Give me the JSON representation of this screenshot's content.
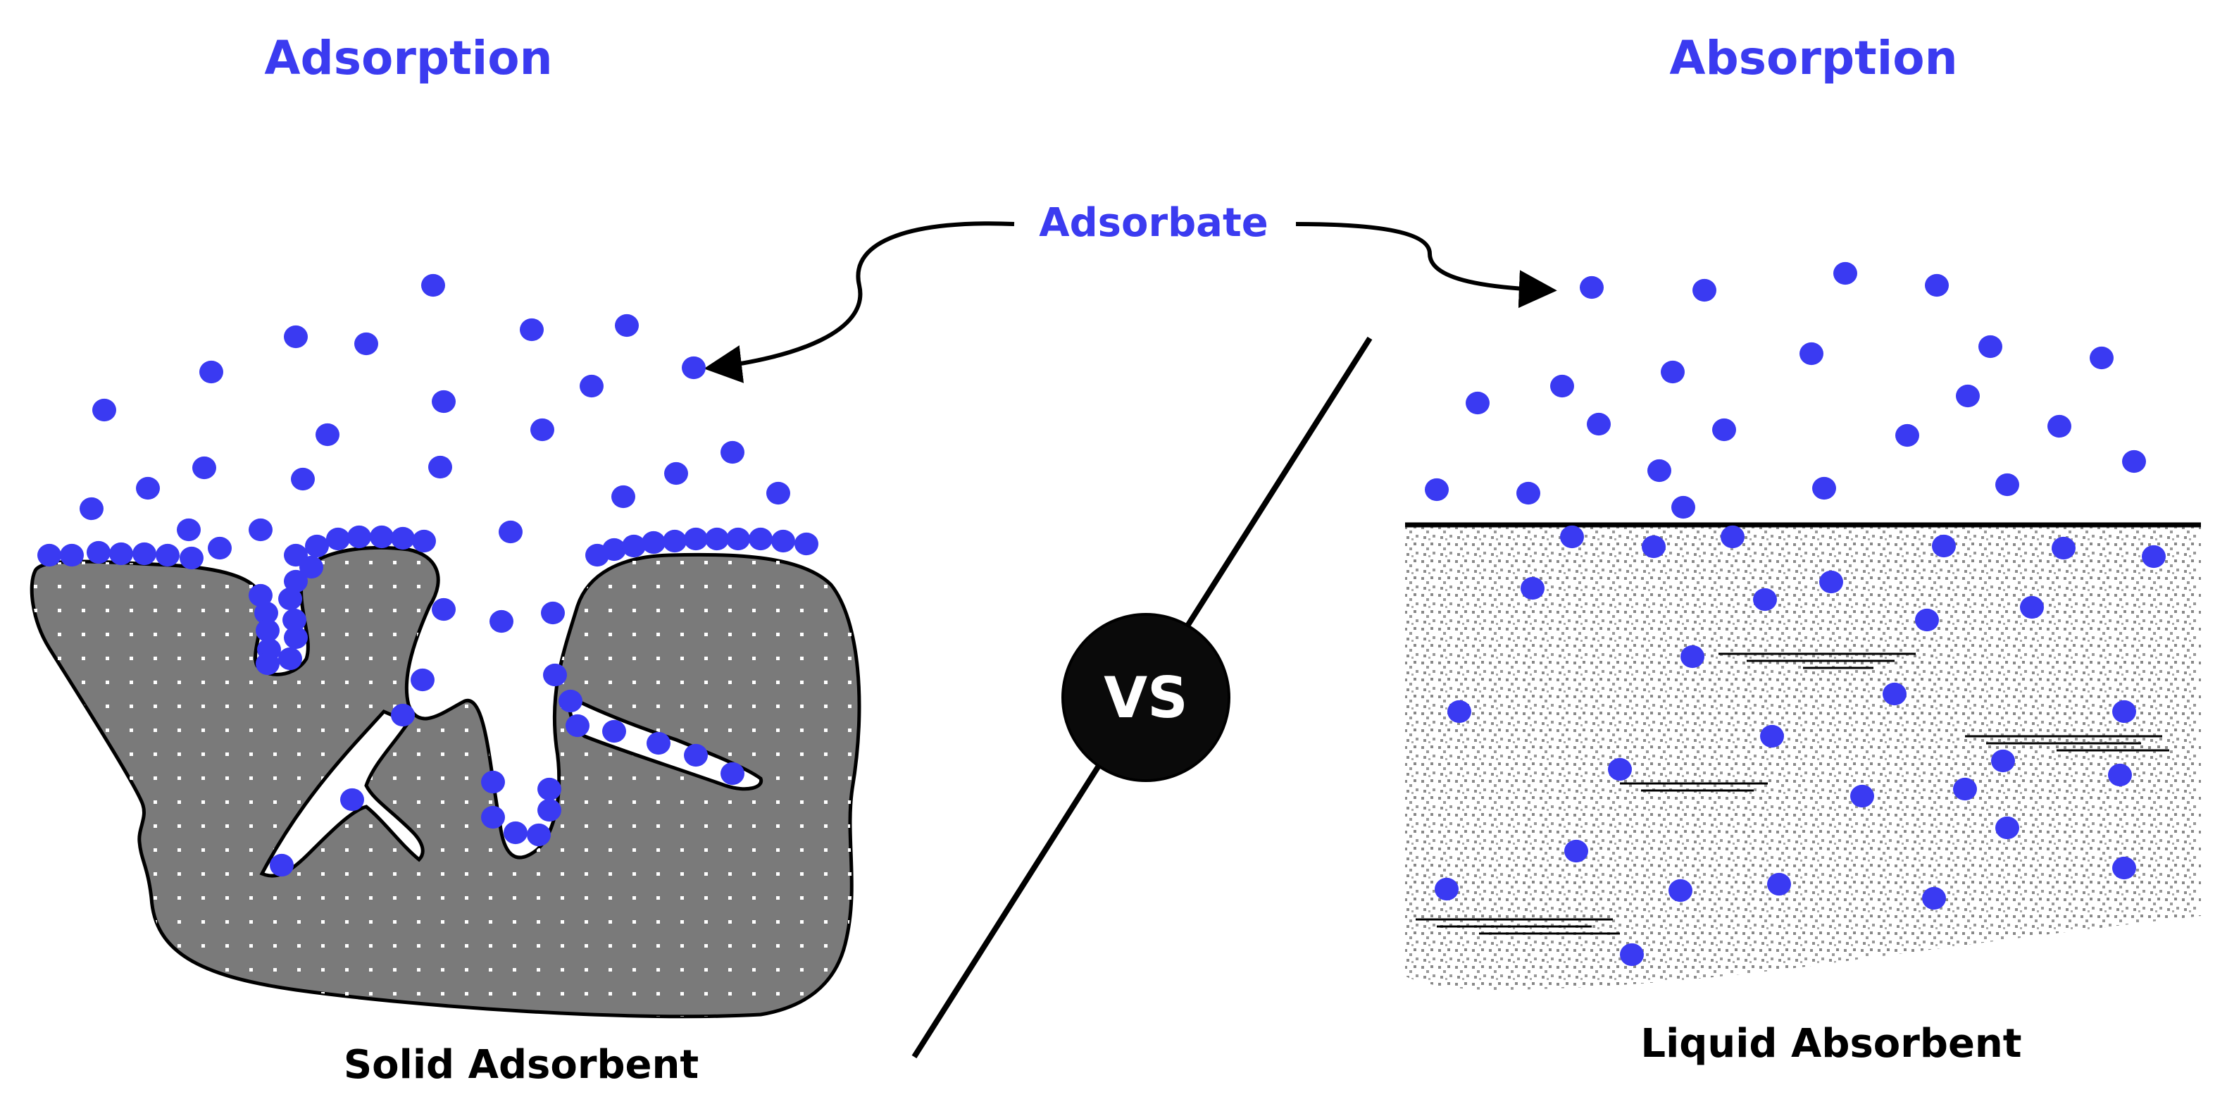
{
  "titles": {
    "left": "Adsorption",
    "right": "Absorption"
  },
  "labels": {
    "adsorbate": "Adsorbate",
    "vs": "VS",
    "solid": "Solid Adsorbent",
    "liquid": "Liquid Absorbent"
  },
  "colors": {
    "title": "#3b3bf0",
    "particle": "#3a3af2",
    "solid_fill": "#7a7a7a",
    "outline": "#000000"
  }
}
